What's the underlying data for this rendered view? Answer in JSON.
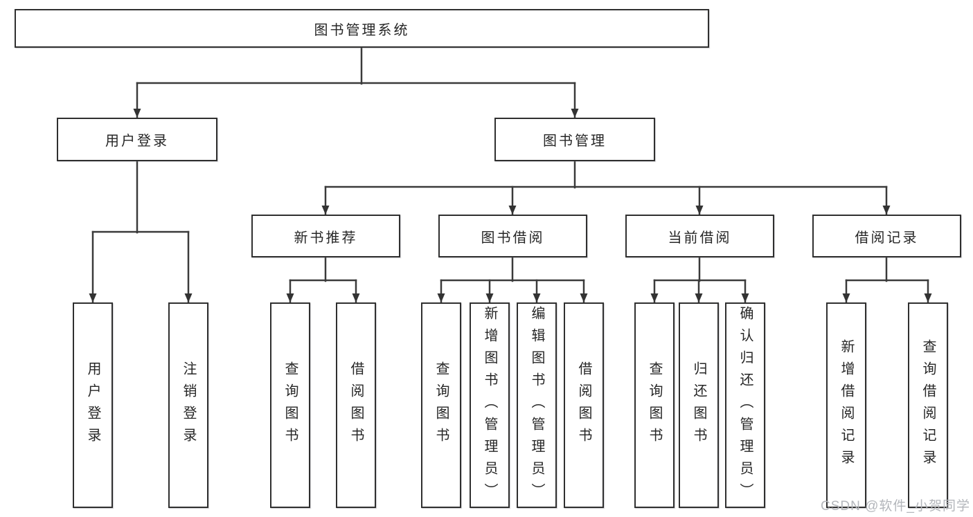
{
  "root": {
    "label": "图书管理系统"
  },
  "level2": [
    {
      "id": "user-login",
      "label": "用户登录"
    },
    {
      "id": "book-management",
      "label": "图书管理"
    }
  ],
  "level3": [
    {
      "id": "new-book-recommend",
      "label": "新书推荐",
      "parent": "图书管理"
    },
    {
      "id": "book-borrow",
      "label": "图书借阅",
      "parent": "图书管理"
    },
    {
      "id": "current-borrow",
      "label": "当前借阅",
      "parent": "图书管理"
    },
    {
      "id": "borrow-records",
      "label": "借阅记录",
      "parent": "图书管理"
    }
  ],
  "leaves": [
    {
      "id": "user-login-leaf",
      "label": "用户登录",
      "parent": "用户登录"
    },
    {
      "id": "logout-leaf",
      "label": "注销登录",
      "parent": "用户登录"
    },
    {
      "id": "query-book-recommend",
      "label": "查询图书",
      "parent": "新书推荐"
    },
    {
      "id": "borrow-book-recommend",
      "label": "借阅图书",
      "parent": "新书推荐"
    },
    {
      "id": "query-book-borrow",
      "label": "查询图书",
      "parent": "图书借阅"
    },
    {
      "id": "add-book-admin",
      "label": "新增图书（管理员）",
      "parent": "图书借阅"
    },
    {
      "id": "edit-book-admin",
      "label": "编辑图书（管理员）",
      "parent": "图书借阅"
    },
    {
      "id": "borrow-book-borrow",
      "label": "借阅图书",
      "parent": "图书借阅"
    },
    {
      "id": "query-book-current",
      "label": "查询图书",
      "parent": "当前借阅"
    },
    {
      "id": "return-book",
      "label": "归还图书",
      "parent": "当前借阅"
    },
    {
      "id": "confirm-return-admin",
      "label": "确认归还（管理员）",
      "parent": "当前借阅"
    },
    {
      "id": "add-borrow-record",
      "label": "新增借阅记录",
      "parent": "借阅记录"
    },
    {
      "id": "query-borrow-record",
      "label": "查询借阅记录",
      "parent": "借阅记录"
    }
  ],
  "watermark": "CSDN @软件_小贺同学",
  "colors": {
    "line": "#3a3a3a",
    "box_border": "#2f2f2f",
    "box_fill": "#ffffff",
    "text": "#262626",
    "watermark": "#b3b6bb"
  }
}
